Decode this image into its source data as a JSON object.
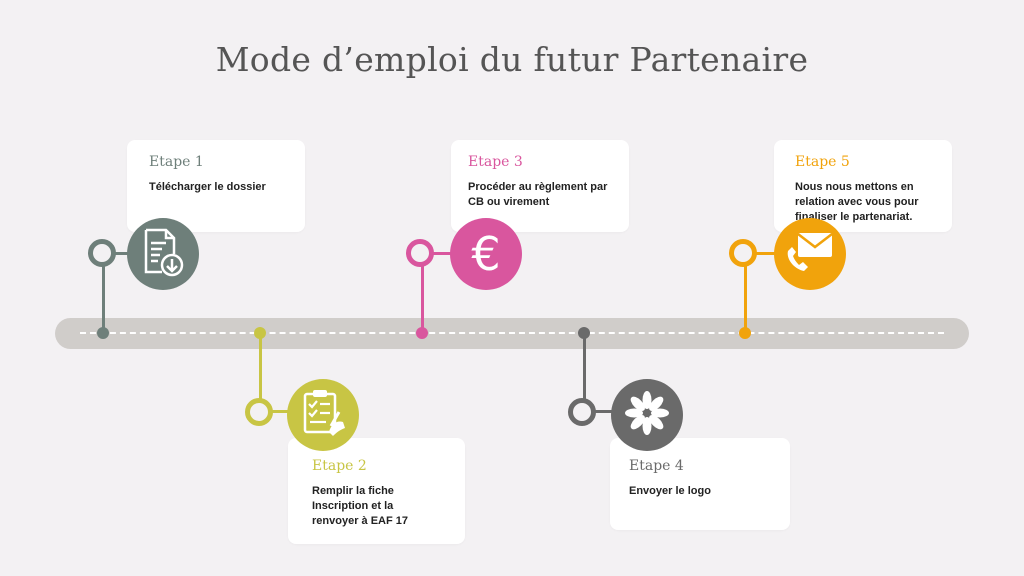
{
  "title": "Mode d’emploi du futur Partenaire",
  "colors": {
    "step1": "#6e7f7a",
    "step2": "#c8c544",
    "step3": "#d9569e",
    "step4": "#6a6a6a",
    "step5": "#f1a30c",
    "track": "#d0cdca",
    "background": "#f3f1f3"
  },
  "steps": [
    {
      "label": "Etape 1",
      "text": "Télécharger le dossier",
      "icon": "document-download-icon"
    },
    {
      "label": "Etape 2",
      "text": "Remplir la fiche Inscription et la renvoyer à EAF 17",
      "icon": "clipboard-checklist-icon"
    },
    {
      "label": "Etape 3",
      "text": "Procéder au règlement par CB ou virement",
      "icon": "euro-icon"
    },
    {
      "label": "Etape 4",
      "text": "Envoyer le logo",
      "icon": "flower-logo-icon"
    },
    {
      "label": "Etape 5",
      "text": "Nous nous mettons en relation avec vous pour finaliser le partenariat.",
      "icon": "envelope-phone-icon"
    }
  ]
}
